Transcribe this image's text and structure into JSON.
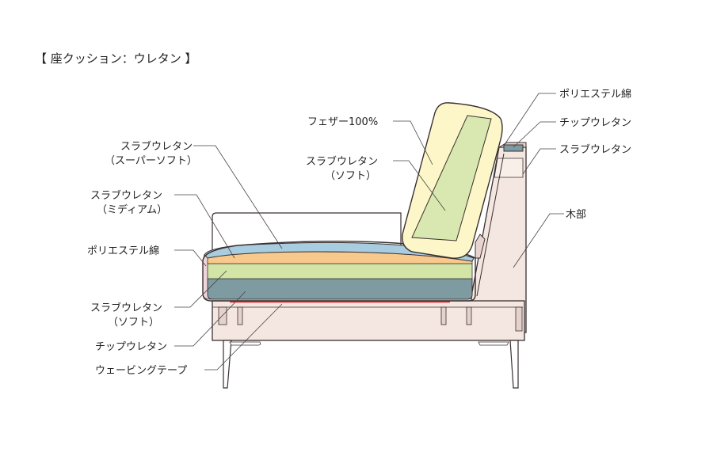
{
  "title": "【 座クッション：ウレタン 】",
  "colors": {
    "outline": "#3a3030",
    "wood_frame": "#f4e6e0",
    "back_cushion_outer": "#fcf6c8",
    "back_cushion_inner": "#d8e8b0",
    "slab_super_soft": "#a8cce0",
    "slab_medium": "#f8c98c",
    "slab_soft": "#d2e4a6",
    "chip_urethane": "#7e9ba2",
    "webbing_tape": "#e03030",
    "polyester_wadding": "#f0d6da"
  },
  "labels": {
    "feather": "フェザー100%",
    "back_slab_soft_1": "スラブウレタン",
    "back_slab_soft_2": "（ソフト）",
    "slab_super_soft_1": "スラブウレタン",
    "slab_super_soft_2": "（スーパーソフト）",
    "slab_medium_1": "スラブウレタン",
    "slab_medium_2": "（ミディアム）",
    "polyester_left": "ポリエステル綿",
    "slab_soft_1": "スラブウレタン",
    "slab_soft_2": "（ソフト）",
    "chip_left": "チップウレタン",
    "webbing": "ウェービングテープ",
    "polyester_right": "ポリエステル綿",
    "chip_right": "チップウレタン",
    "slab_right": "スラブウレタン",
    "wood": "木部"
  }
}
